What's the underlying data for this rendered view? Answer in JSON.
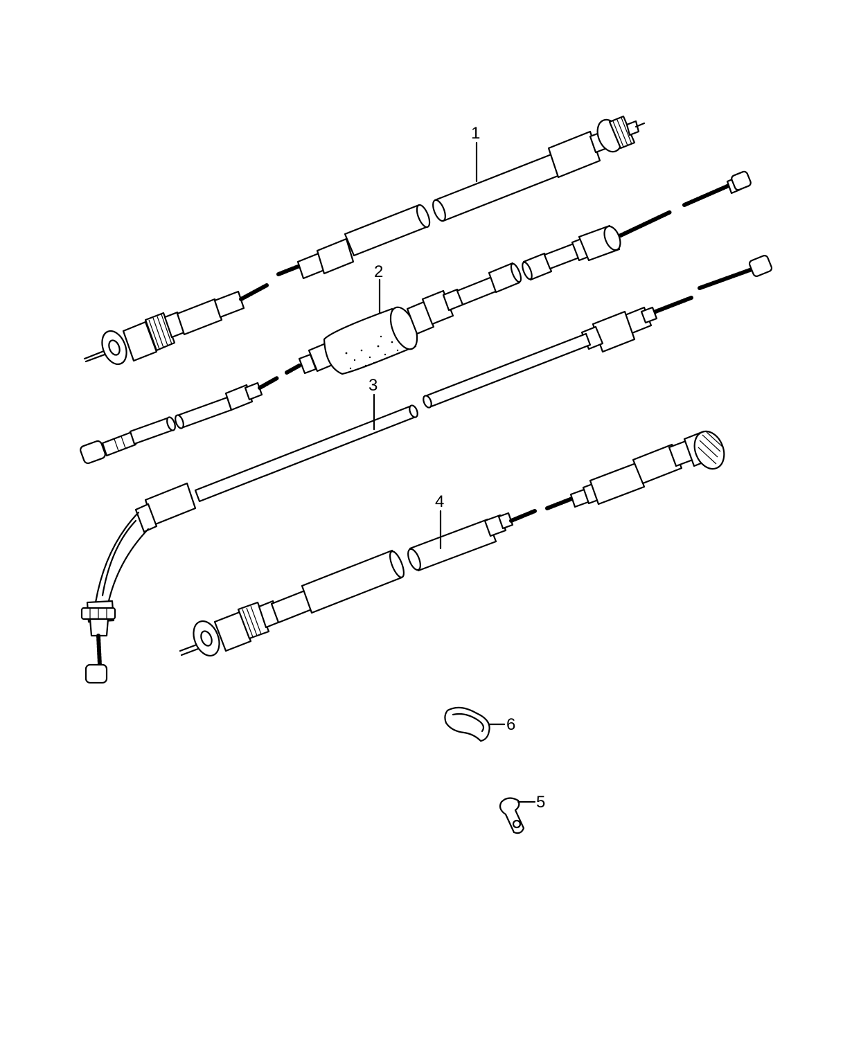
{
  "diagram": {
    "background": "#ffffff",
    "ink_color": "#000000",
    "callouts": [
      {
        "id": "1",
        "label": "1"
      },
      {
        "id": "2",
        "label": "2"
      },
      {
        "id": "3",
        "label": "3"
      },
      {
        "id": "4",
        "label": "4"
      },
      {
        "id": "5",
        "label": "5"
      },
      {
        "id": "6",
        "label": "6"
      }
    ]
  }
}
